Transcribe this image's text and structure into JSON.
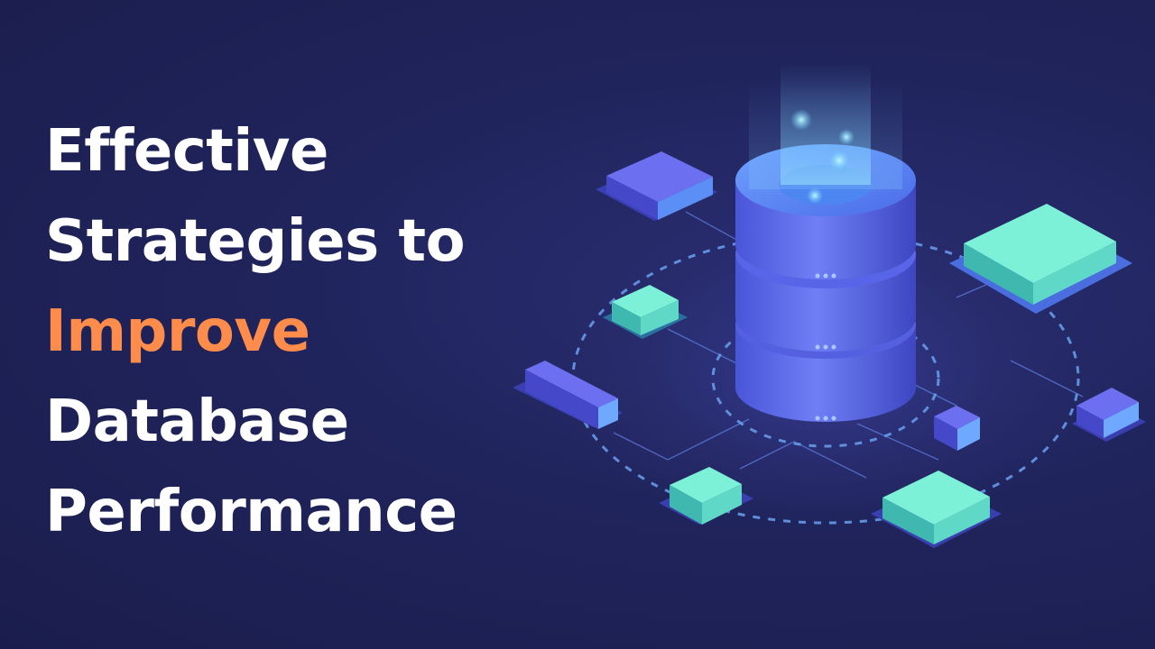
{
  "headline": {
    "line1": "Effective",
    "line2": "Strategies to",
    "line3": "Improve",
    "line4": "Database",
    "line5": "Performance"
  },
  "colors": {
    "background": "#1f2257",
    "text": "#ffffff",
    "accent": "#ff8c4a",
    "cylinder": "#5a6cf0",
    "block_teal": "#4fe0c8",
    "block_purple": "#5c5ee8"
  },
  "illustration": {
    "icon": "database-server-network-icon"
  }
}
